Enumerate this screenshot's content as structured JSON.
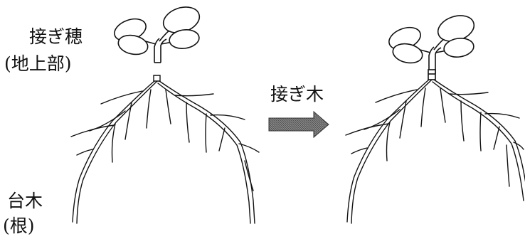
{
  "labels": {
    "scion_line1": "接ぎ穂",
    "scion_line2": "(地上部)",
    "rootstock_line1": "台木",
    "rootstock_line2": "(根)",
    "process": "接ぎ木"
  },
  "colors": {
    "ink": "#111111",
    "arrow_fill": "#7a7a7a"
  }
}
